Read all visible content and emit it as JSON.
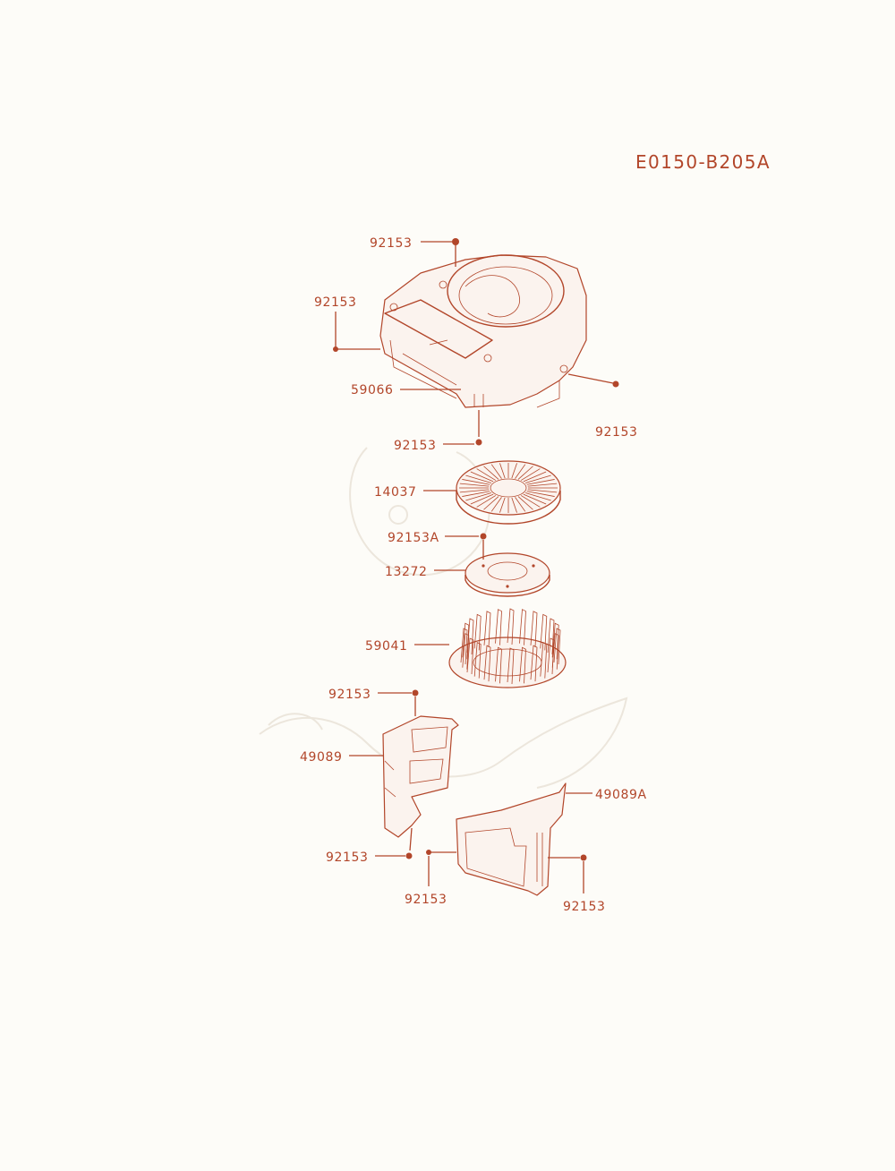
{
  "drawing_code": "E0150-B205A",
  "callouts": [
    "92153",
    "92153",
    "59066",
    "92153",
    "92153",
    "14037",
    "92153A",
    "13272",
    "59041",
    "92153",
    "49089",
    "49089A",
    "92153",
    "92153",
    "92153"
  ],
  "colors": {
    "line": "#b2462a",
    "background": "#fdfcf8"
  }
}
